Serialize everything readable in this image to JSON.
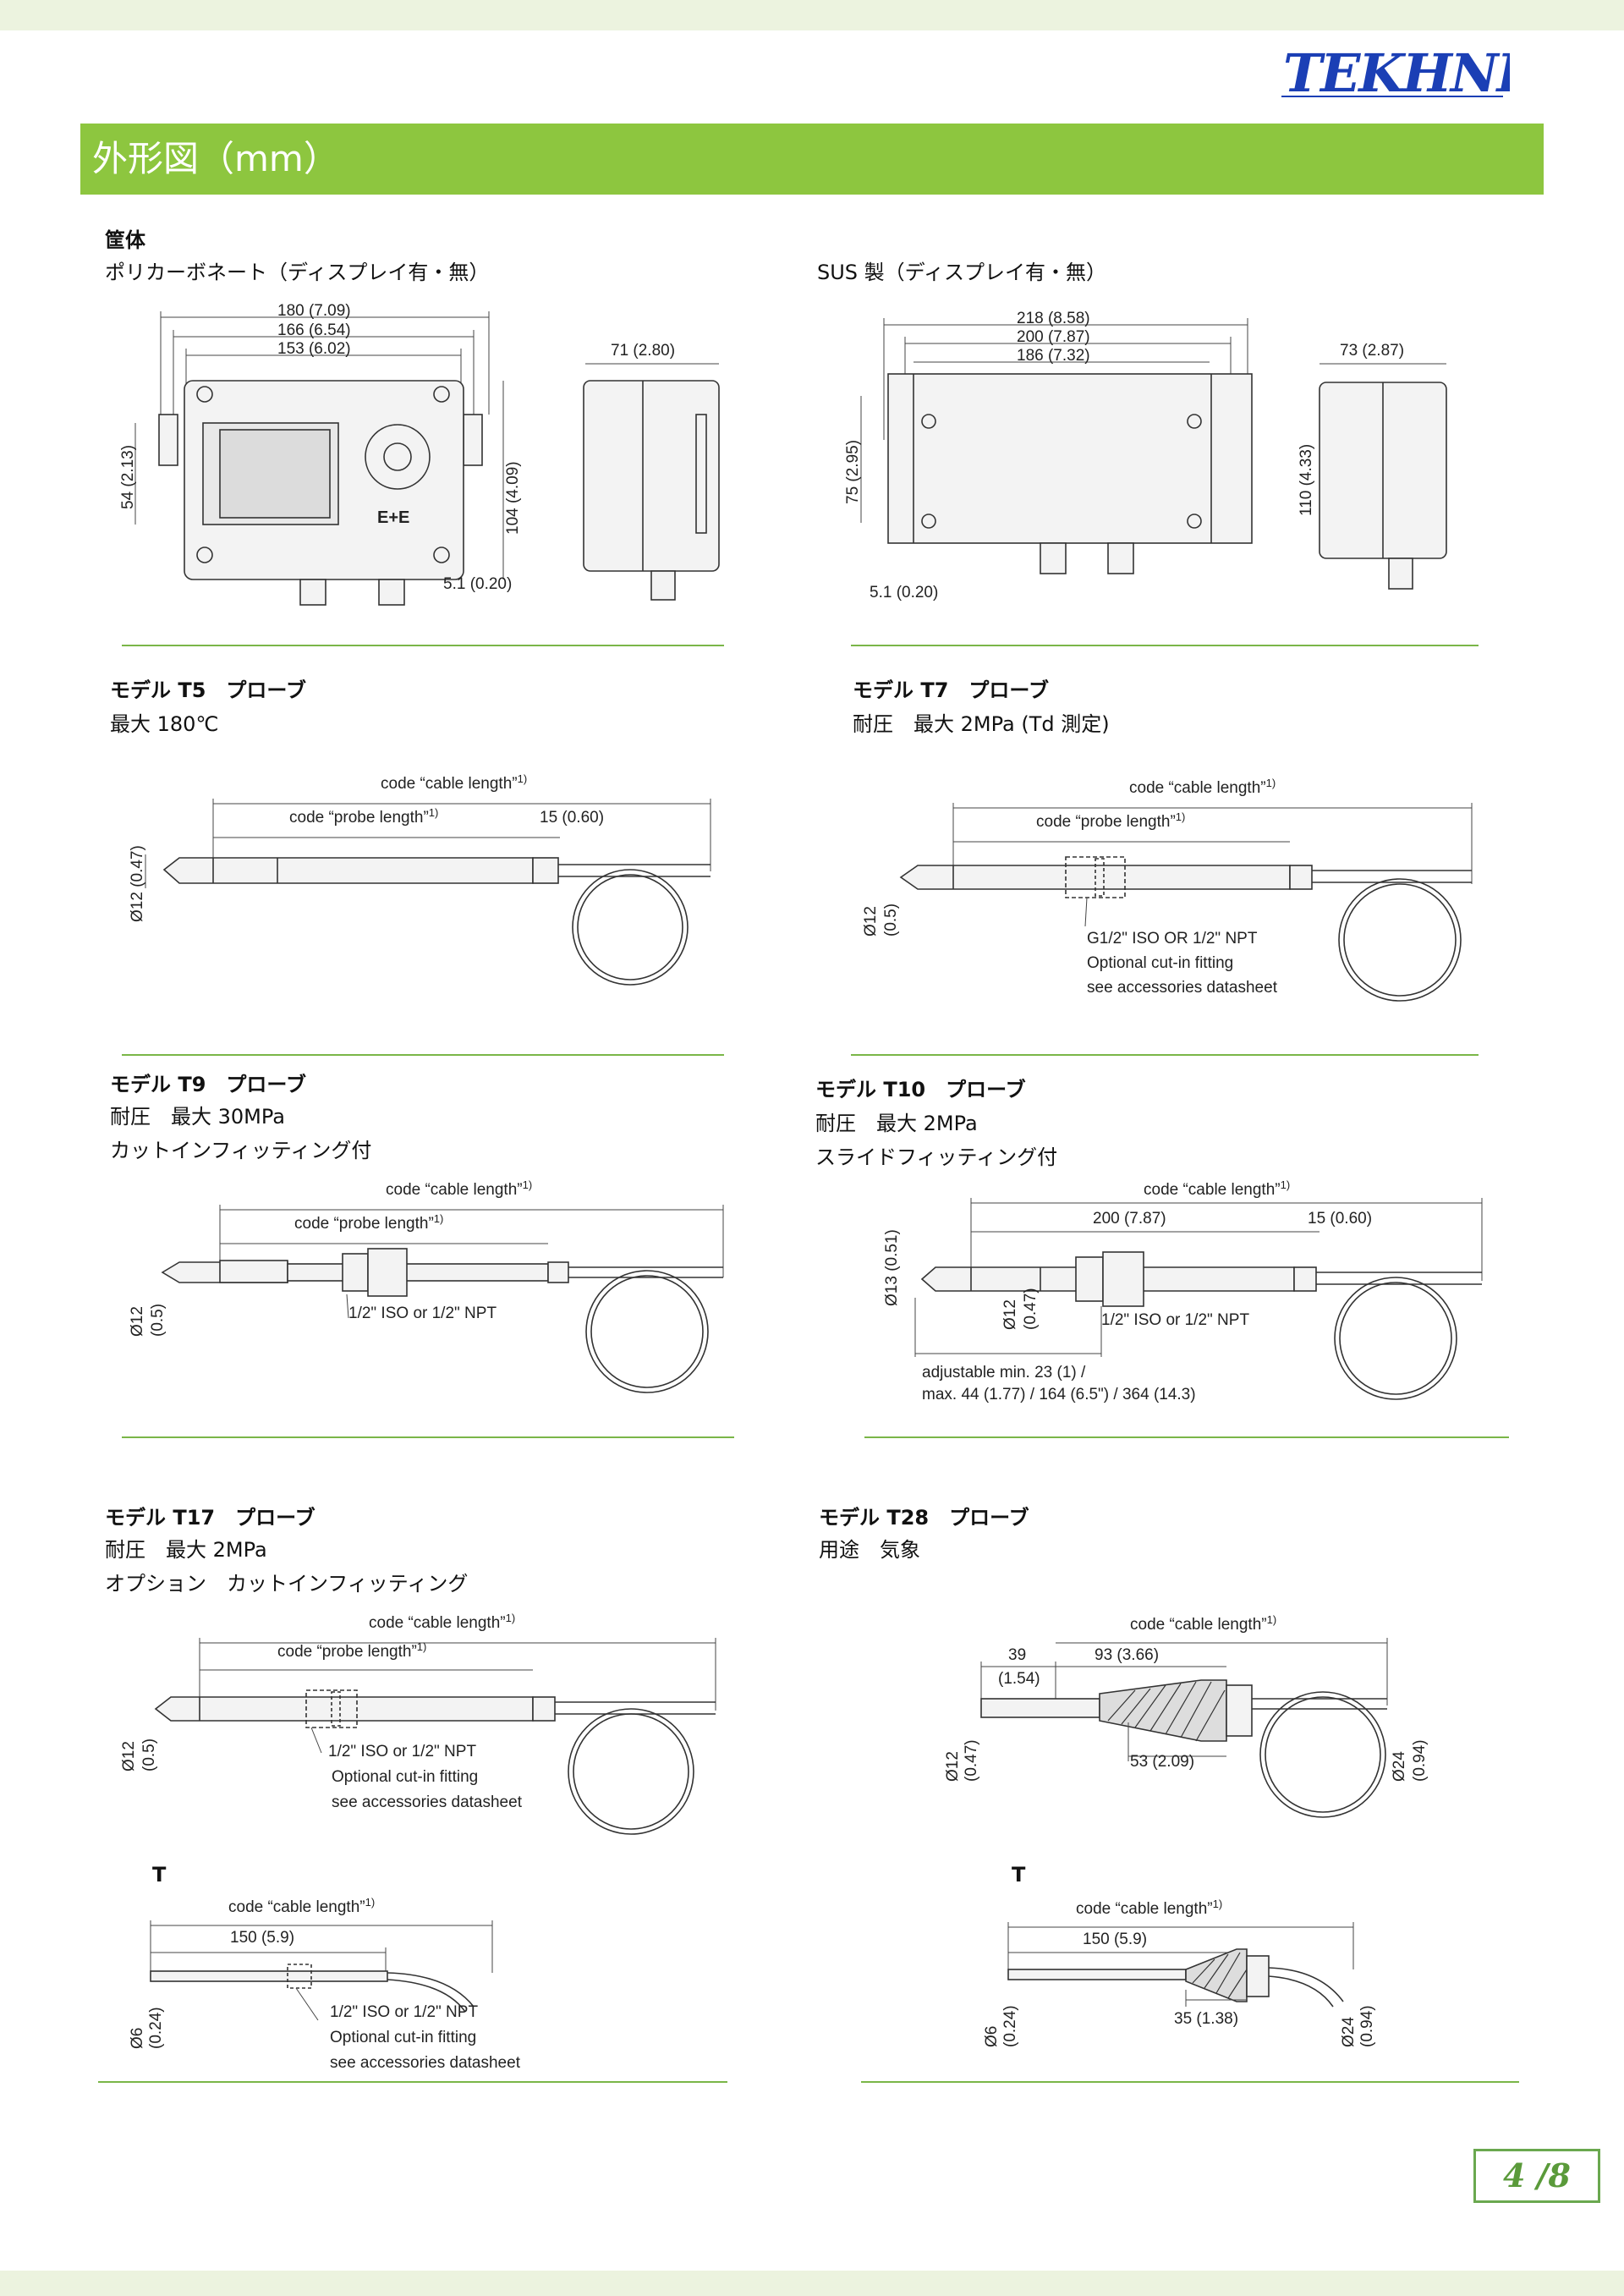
{
  "brand": "TEKHNE",
  "header": {
    "title": "外形図（mm）"
  },
  "housing": {
    "label": "筐体",
    "pc_title": "ポリカーボネート（ディスプレイ有・無）",
    "sus_title": "SUS 製（ディスプレイ有・無）",
    "pc_dims": [
      "180 (7.09)",
      "166 (6.54)",
      "153 (6.02)",
      "71 (2.80)",
      "54 (2.13)",
      "104 (4.09)",
      "5.1 (0.20)"
    ],
    "sus_dims": [
      "218 (8.58)",
      "200 (7.87)",
      "186 (7.32)",
      "73 (2.87)",
      "75 (2.95)",
      "110 (4.33)",
      "5.1 (0.20)"
    ],
    "display_logo": "E+E"
  },
  "probes": {
    "t5": {
      "title": "モデル T5　プローブ",
      "desc1": "最大 180℃",
      "cable": "code “cable length”",
      "probe": "code “probe length”",
      "sup": "1)",
      "dims": [
        "15 (0.60)",
        "Ø12 (0.47)"
      ]
    },
    "t7": {
      "title": "モデル T7　プローブ",
      "desc1": "耐圧　最大 2MPa (Td 測定)",
      "cable": "code “cable length”",
      "probe": "code “probe length”",
      "sup": "1)",
      "dims": [
        "Ø12",
        "(0.5)"
      ],
      "notes": [
        "G1/2\" ISO OR 1/2\" NPT",
        "Optional cut-in fitting",
        "see accessories datasheet"
      ]
    },
    "t9": {
      "title": "モデル T9　プローブ",
      "desc1": "耐圧　最大 30MPa",
      "desc2": "カットインフィッティング付",
      "cable": "code “cable length”",
      "probe": "code “probe length”",
      "sup": "1)",
      "dims": [
        "Ø12",
        "(0.5)"
      ],
      "notes": [
        "1/2\" ISO or 1/2\" NPT"
      ]
    },
    "t10": {
      "title": "モデル T10　プローブ",
      "desc1": "耐圧　最大 2MPa",
      "desc2": "スライドフィッティング付",
      "cable": "code “cable length”",
      "sup": "1)",
      "dims": [
        "200 (7.87)",
        "15 (0.60)",
        "Ø13 (0.51)",
        "Ø12",
        "(0.47)"
      ],
      "notes": [
        "1/2\" ISO or 1/2\" NPT",
        "adjustable min. 23 (1) /",
        "max. 44 (1.77) / 164 (6.5\") / 364 (14.3)"
      ]
    },
    "t17": {
      "title": "モデル T17　プローブ",
      "desc1": "耐圧　最大 2MPa",
      "desc2": "オプション　カットインフィッティング",
      "cable": "code “cable length”",
      "probe": "code “probe length”",
      "sup": "1)",
      "dims": [
        "Ø12",
        "(0.5)"
      ],
      "notes": [
        "1/2\" ISO or 1/2\" NPT",
        "Optional cut-in fitting",
        "see accessories datasheet"
      ]
    },
    "t17t": {
      "label": "T",
      "cable": "code “cable length”",
      "sup": "1)",
      "dims": [
        "150 (5.9)",
        "Ø6",
        "(0.24)"
      ],
      "notes": [
        "1/2\" ISO or 1/2\" NPT",
        "Optional cut-in fitting",
        "see accessories datasheet"
      ]
    },
    "t28": {
      "title": "モデル T28　プローブ",
      "desc1": "用途　気象",
      "cable": "code “cable length”",
      "sup": "1)",
      "dims": [
        "39",
        "(1.54)",
        "93 (3.66)",
        "53 (2.09)",
        "Ø12",
        "(0.47)",
        "Ø24",
        "(0.94)"
      ]
    },
    "t28t": {
      "label": "T",
      "cable": "code “cable length”",
      "sup": "1)",
      "dims": [
        "150 (5.9)",
        "35 (1.38)",
        "Ø6",
        "(0.24)",
        "Ø24",
        "(0.94)"
      ]
    }
  },
  "page": {
    "number": "4 /8"
  },
  "colors": {
    "green": "#8dc63f",
    "logo_blue": "#1b3fb5",
    "rule_green": "#7ab648"
  }
}
